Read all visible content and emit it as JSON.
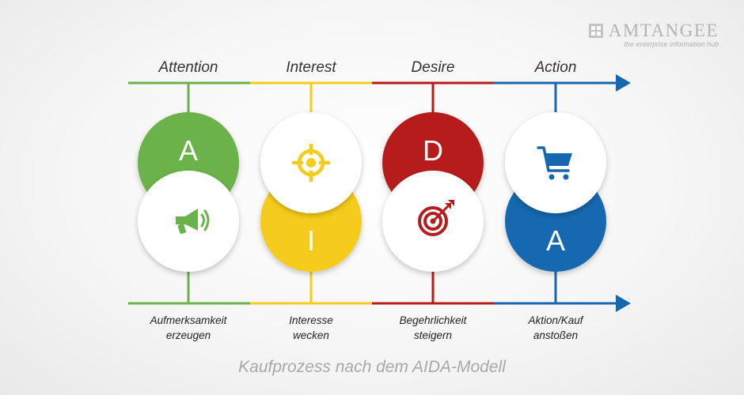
{
  "brand": {
    "name": "AMTANGEE",
    "tagline": "the enterprise information hub"
  },
  "phases": [
    {
      "title": "Attention",
      "letter": "A",
      "desc_line1": "Aufmerksamkeit",
      "desc_line2": "erzeugen",
      "color": "#6ab24a",
      "icon": "megaphone-icon"
    },
    {
      "title": "Interest",
      "letter": "I",
      "desc_line1": "Interesse",
      "desc_line2": "wecken",
      "color": "#f6cc1a",
      "icon": "crosshair-icon"
    },
    {
      "title": "Desire",
      "letter": "D",
      "desc_line1": "Begehrlichkeit",
      "desc_line2": "steigern",
      "color": "#b71c1c",
      "icon": "target-dart-icon"
    },
    {
      "title": "Action",
      "letter": "A",
      "desc_line1": "Aktion/Kauf",
      "desc_line2": "anstoßen",
      "color": "#1767b0",
      "icon": "shopping-cart-icon"
    }
  ],
  "caption": "Kaufprozess nach dem AIDA-Modell",
  "colors": {
    "arrow": "#1767b0",
    "white_circle": "#ffffff",
    "text": "#333333"
  }
}
